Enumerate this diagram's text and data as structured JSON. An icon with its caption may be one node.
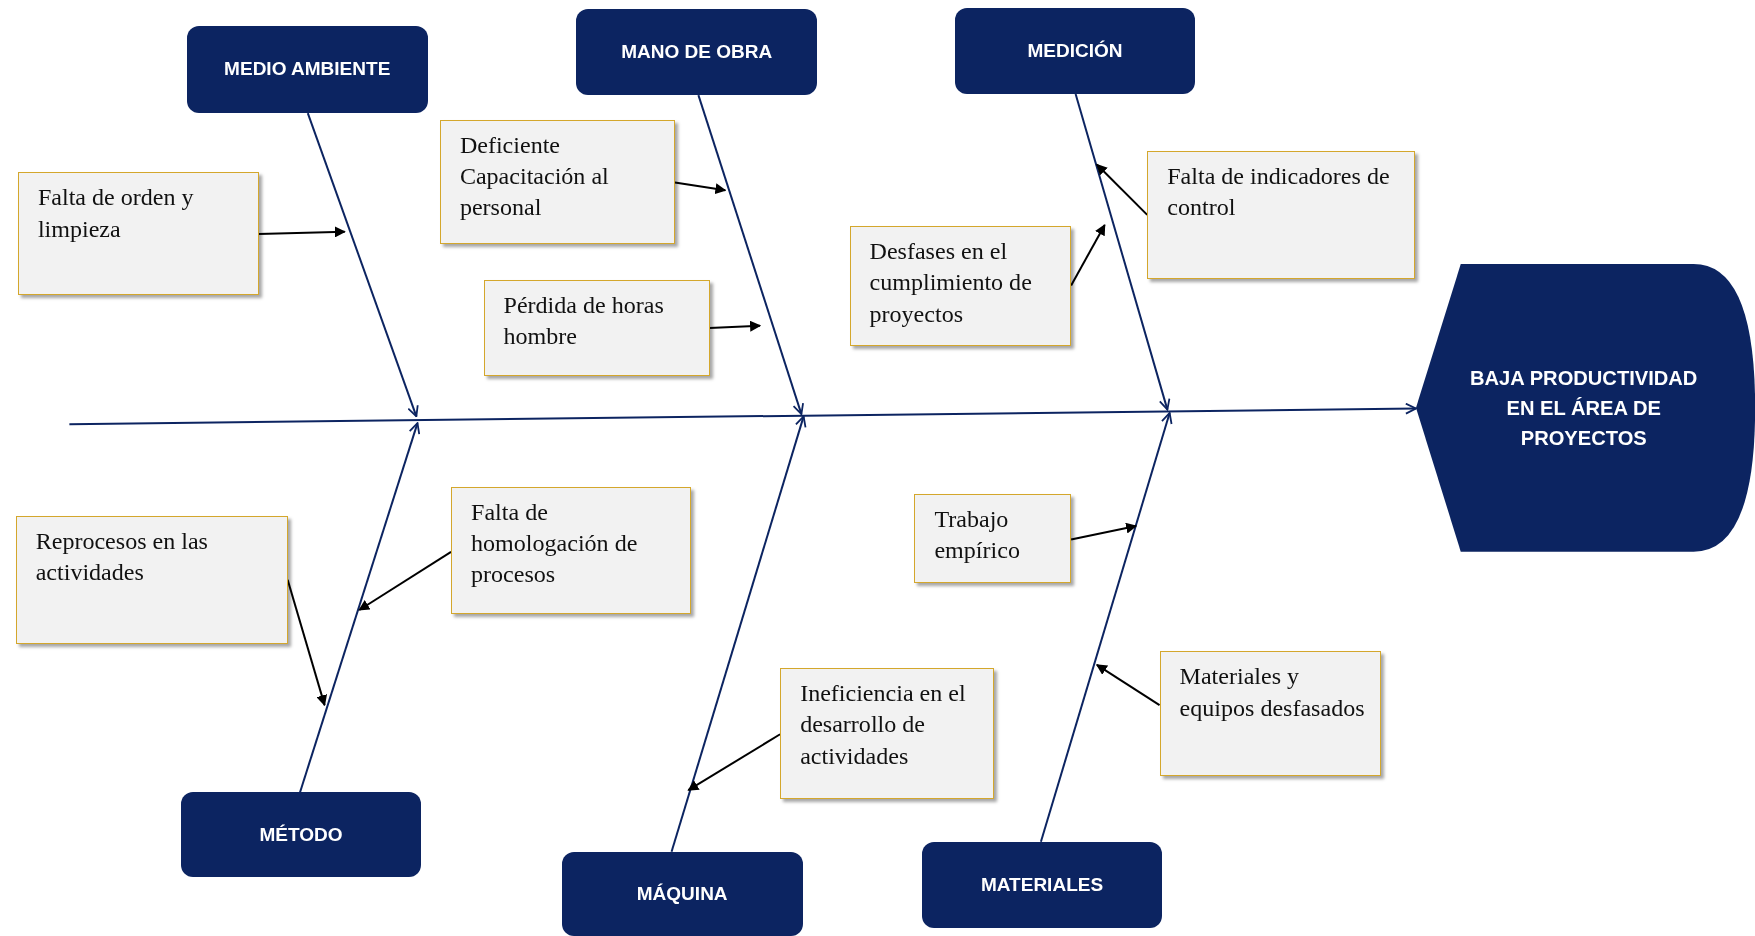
{
  "diagram": {
    "nodes": [
      {
        "text": [
          "MEDIO AMBIENTE"
        ]
      },
      {
        "text": [
          "MANO DE OBRA"
        ]
      },
      {
        "text": [
          "MEDICIÓN"
        ]
      },
      {
        "text": [
          "Falta de orden y limpieza"
        ]
      },
      {
        "text": [
          "Deficiente Capacitación al personal"
        ]
      },
      {
        "text": [
          "Falta de indicadores de control"
        ]
      },
      {
        "text": [
          "Pérdida de horas hombre"
        ]
      },
      {
        "text": [
          "Desfases en el cumplimiento de proyectos"
        ]
      },
      {
        "text": [
          "BAJA PRODUCTIVIDAD EN EL ÁREA DE PROYECTOS"
        ]
      },
      {
        "text": [
          "Reprocesos en las actividades"
        ]
      },
      {
        "text": [
          "Falta de homologación de procesos"
        ]
      },
      {
        "text": [
          "Trabajo empírico"
        ]
      },
      {
        "text": [
          "Ineficiencia en el desarrollo de actividades"
        ]
      },
      {
        "text": [
          "Materiales y equipos desfasados"
        ]
      },
      {
        "text": [
          "MÉTODO"
        ]
      },
      {
        "text": [
          "MÁQUINA"
        ]
      },
      {
        "text": [
          "MATERIALES"
        ]
      }
    ],
    "edges": [
      {
        "from": null,
        "to": 8,
        "arrow": "to",
        "color": "#0c2461"
      },
      {
        "from": 0,
        "to": null,
        "arrow": "to",
        "color": "#0c2461"
      },
      {
        "from": 1,
        "to": null,
        "arrow": "to",
        "color": "#0c2461"
      },
      {
        "from": 2,
        "to": null,
        "arrow": "to",
        "color": "#0c2461"
      },
      {
        "from": 14,
        "to": null,
        "arrow": "to",
        "color": "#0c2461"
      },
      {
        "from": 15,
        "to": null,
        "arrow": "to",
        "color": "#0c2461"
      },
      {
        "from": 16,
        "to": null,
        "arrow": "to",
        "color": "#0c2461"
      },
      {
        "from": 3,
        "to": null,
        "arrow": "to"
      },
      {
        "from": 4,
        "to": null,
        "arrow": "to"
      },
      {
        "from": 6,
        "to": null,
        "arrow": "to"
      },
      {
        "from": 7,
        "to": null,
        "arrow": "to"
      },
      {
        "from": 5,
        "to": null,
        "arrow": "to"
      },
      {
        "from": 9,
        "to": null,
        "arrow": "to"
      },
      {
        "from": 10,
        "to": null,
        "arrow": "to"
      },
      {
        "from": 11,
        "to": null,
        "arrow": "to"
      },
      {
        "from": 12,
        "to": null,
        "arrow": "to"
      },
      {
        "from": 13,
        "to": null,
        "arrow": "to"
      }
    ]
  }
}
